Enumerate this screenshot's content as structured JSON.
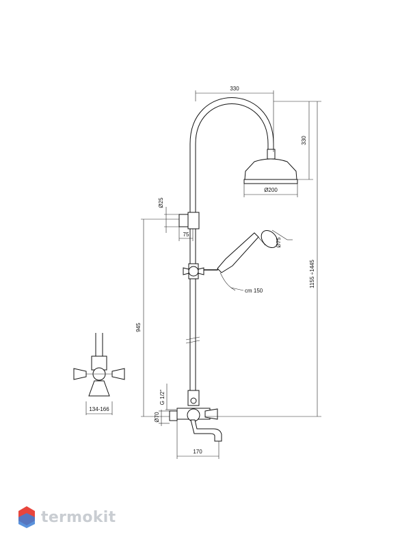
{
  "diagram": {
    "dimensions": {
      "arm_width": "330",
      "head_drop": "330",
      "head_diameter": "Ø200",
      "bracket_diameter": "Ø25",
      "bracket_offset": "75",
      "hand_shower_diameter": "Ø75",
      "hose_length": "cm 150",
      "total_height": "1155 ÷1445",
      "bracket_height": "945",
      "connection": "G 1/2\"",
      "spout_diameter": "Ø70",
      "spout_reach": "170",
      "inlet_centers": "134-166"
    }
  },
  "brand": {
    "name": "termokit",
    "colors": {
      "logo_red": "#e8453c",
      "logo_blue": "#3d7fd6",
      "text": "#c9cdd2"
    }
  }
}
